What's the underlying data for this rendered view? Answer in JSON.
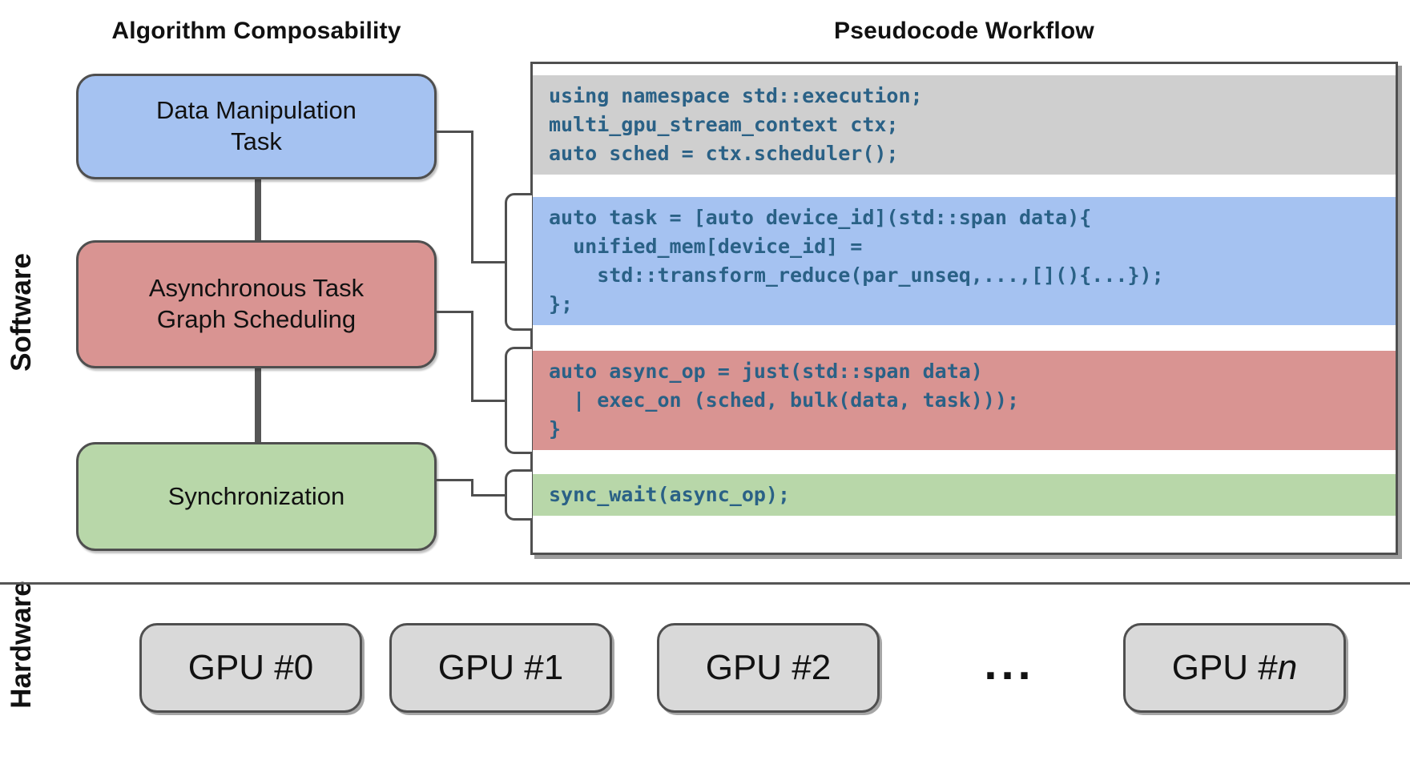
{
  "titles": {
    "left": "Algorithm Composability",
    "right": "Pseudocode Workflow"
  },
  "side_labels": {
    "software": "Software",
    "hardware": "Hardware"
  },
  "software_boxes": [
    {
      "id": "data-manipulation-task",
      "label_lines": [
        "Data Manipulation",
        "Task"
      ],
      "color": "#a5c2f1"
    },
    {
      "id": "async-task-graph-scheduling",
      "label_lines": [
        "Asynchronous Task",
        "Graph Scheduling"
      ],
      "color": "#d99492"
    },
    {
      "id": "synchronization",
      "label_lines": [
        "Synchronization"
      ],
      "color": "#b8d7a9"
    }
  ],
  "code_sections": [
    {
      "id": "context-setup",
      "color": "#cfcfcf",
      "lines": [
        "using namespace std::execution;",
        "multi_gpu_stream_context ctx;",
        "auto sched = ctx.scheduler();"
      ]
    },
    {
      "id": "task-definition",
      "color": "#a5c2f1",
      "lines": [
        "auto task = [auto device_id](std::span data){",
        "  unified_mem[device_id] =",
        "    std::transform_reduce(par_unseq,...,[](){...});",
        "};"
      ]
    },
    {
      "id": "async-scheduling",
      "color": "#d99492",
      "lines": [
        "auto async_op = just(std::span data)",
        "  | exec_on (sched, bulk(data, task)));",
        "}"
      ]
    },
    {
      "id": "synchronization",
      "color": "#b8d7a9",
      "lines": [
        "sync_wait(async_op);"
      ]
    }
  ],
  "hardware": {
    "gpus": [
      "GPU #0",
      "GPU #1",
      "GPU #2"
    ],
    "ellipsis": "...",
    "gpu_n_prefix": "GPU #",
    "gpu_n_suffix": "n"
  },
  "colors": {
    "code_text": "#2a6186",
    "outline": "#4f4f4f",
    "connector": "#555555",
    "gpu_fill": "#d9d9d9",
    "section_gray": "#cfcfcf",
    "section_blue": "#a5c2f1",
    "section_red": "#d99492",
    "section_green": "#b8d7a9"
  }
}
